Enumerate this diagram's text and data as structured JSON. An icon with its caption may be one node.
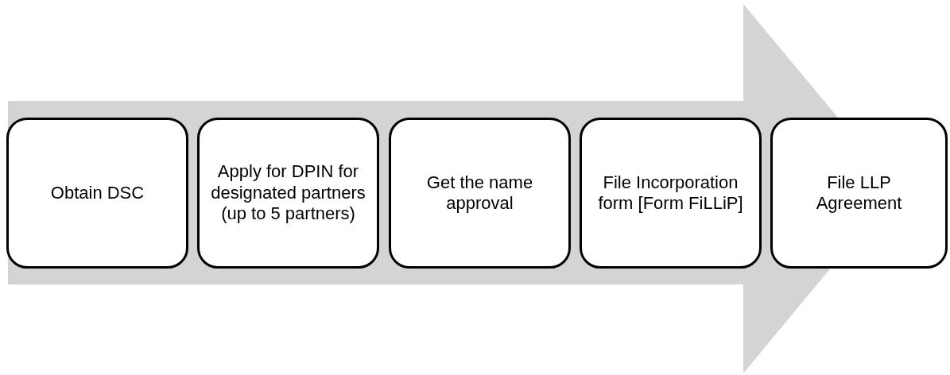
{
  "diagram": {
    "nodes": [
      {
        "text": [
          "Obtain DSC"
        ]
      },
      {
        "text": [
          "Apply for DPIN for designated partners (up to 5 partners)"
        ]
      },
      {
        "text": [
          "Get the name approval"
        ]
      },
      {
        "text": [
          "File Incorporation form [Form FiLLiP]"
        ]
      },
      {
        "text": [
          "File LLP Agreement"
        ]
      }
    ],
    "edges": [
      {
        "from": 0,
        "to": 4,
        "arrow": "to"
      }
    ]
  }
}
